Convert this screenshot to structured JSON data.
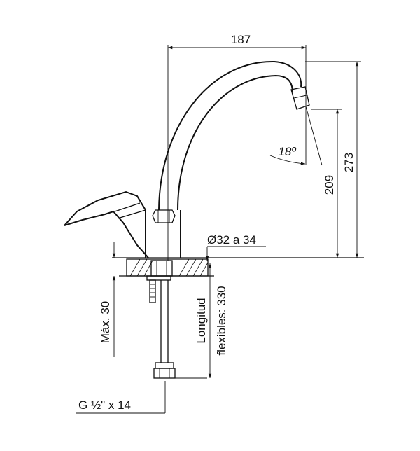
{
  "dimensions": {
    "width_reach": "187",
    "total_height": "273",
    "spout_height": "209",
    "spout_angle": "18º",
    "hole_diameter": "Ø32 a 34",
    "max_thickness": "Máx. 30",
    "hose_length_line1": "Longitud",
    "hose_length_line2": "flexibles: 330",
    "thread": "G ½\" x 14"
  }
}
